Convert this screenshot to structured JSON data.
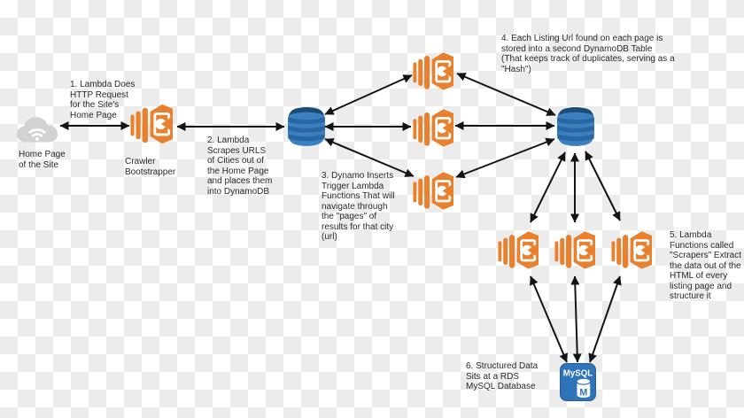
{
  "diagram_title": "AWS web-scraping pipeline diagram",
  "colors": {
    "lambda_orange": "#e8802e",
    "dynamodb_blue": "#3b80c1",
    "dynamodb_dark": "#2a669f",
    "mysql_blue": "#2f74b8",
    "cloud_gray": "#d2d2d2",
    "arrow_black": "#141414",
    "text_color": "#2a2a2a",
    "checker_light": "#ffffff",
    "checker_dark": "#ececec"
  },
  "nodes": {
    "home_page": {
      "icon": "cloud-icon",
      "label": "Home Page\nof the Site"
    },
    "crawler": {
      "icon": "lambda-icon",
      "label": "Crawler\nBootstrapper"
    },
    "cities_dynamodb": {
      "icon": "dynamodb-icon",
      "label": ""
    },
    "page_lambdas": {
      "icon": "lambda-icon",
      "count": 3
    },
    "listing_dynamodb": {
      "icon": "dynamodb-icon",
      "label": ""
    },
    "scraper_lambdas": {
      "icon": "lambda-icon",
      "count": 3
    },
    "mysql_rds": {
      "icon": "rds-mysql-icon",
      "icon_text": "MySQL",
      "icon_letter": "M"
    }
  },
  "annotations": {
    "step1": "1. Lambda Does\nHTTP Request\nfor the Site's\nHome Page",
    "step2": "2. Lambda\nScrapes URLS\nof Cities out of\nthe Home Page\nand places them\ninto DynamoDB",
    "step3": "3. Dynamo Inserts\nTrigger Lambda\nFunctions That will\nnavigate through\nthe \"pages\" of\nresults for that city\n(url)",
    "step4": "4. Each Listing Url found on each page is\nstored into a second DynamoDB Table\n(That keeps track of duplicates, serving as a\n\"Hash\")",
    "step5": "5. Lambda\nFunctions called\n\"Scrapers\" Extract\nthe data out of the\nHTML of every\nlisting page and\nstructure it",
    "step6": "6. Structured Data\nSits at a RDS\nMySQL Database"
  },
  "edges": [
    {
      "from": "home_page",
      "to": "crawler",
      "bidirectional": true
    },
    {
      "from": "crawler",
      "to": "cities_dynamodb",
      "bidirectional": true
    },
    {
      "from": "cities_dynamodb",
      "to": "page_lambda_1",
      "bidirectional": true
    },
    {
      "from": "cities_dynamodb",
      "to": "page_lambda_2",
      "bidirectional": true
    },
    {
      "from": "cities_dynamodb",
      "to": "page_lambda_3",
      "bidirectional": true
    },
    {
      "from": "page_lambda_1",
      "to": "listing_dynamodb",
      "bidirectional": true
    },
    {
      "from": "page_lambda_2",
      "to": "listing_dynamodb",
      "bidirectional": true
    },
    {
      "from": "page_lambda_3",
      "to": "listing_dynamodb",
      "bidirectional": true
    },
    {
      "from": "listing_dynamodb",
      "to": "scraper_lambda_1",
      "bidirectional": true
    },
    {
      "from": "listing_dynamodb",
      "to": "scraper_lambda_2",
      "bidirectional": true
    },
    {
      "from": "listing_dynamodb",
      "to": "scraper_lambda_3",
      "bidirectional": true
    },
    {
      "from": "scraper_lambda_1",
      "to": "mysql_rds",
      "bidirectional": true
    },
    {
      "from": "scraper_lambda_2",
      "to": "mysql_rds",
      "bidirectional": true
    },
    {
      "from": "scraper_lambda_3",
      "to": "mysql_rds",
      "bidirectional": true
    }
  ]
}
